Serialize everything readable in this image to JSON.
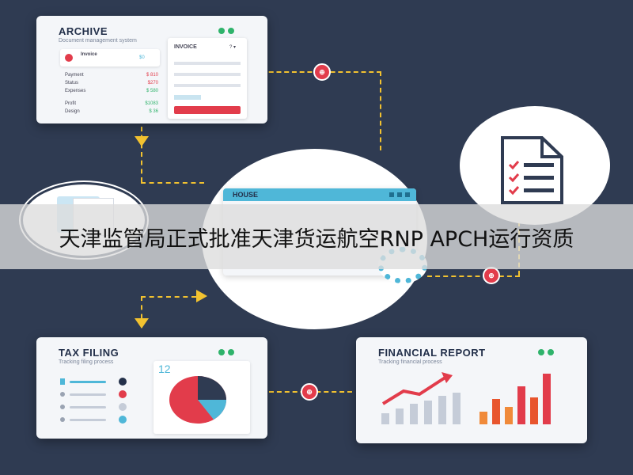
{
  "archive": {
    "title": "ARCHIVE",
    "subtitle": "Document management system",
    "form_title": "INVOICE",
    "form_title_suffix": "? ▾",
    "header_item": "Invoice",
    "header_value": "$0",
    "rows": [
      {
        "label": "Payment",
        "value": "$ 810"
      },
      {
        "label": "Status",
        "value": "$270"
      },
      {
        "label": "Expenses",
        "value": "$ 580"
      },
      {
        "label": "Profit",
        "value": "$1083"
      },
      {
        "label": "Design",
        "value": "$ 36"
      }
    ]
  },
  "house": {
    "title": "HOUSE"
  },
  "tax": {
    "title": "TAX FILING",
    "subtitle": "Tracking filing process",
    "number": "12"
  },
  "report": {
    "title": "FINANCIAL REPORT",
    "subtitle": "Tracking financial process"
  },
  "badge_symbol": "⊕",
  "caption": "天津监管局正式批准天津货运航空RNP APCH运行资质",
  "colors": {
    "accent": "#e23c4b",
    "connector": "#f2c230",
    "blue": "#4fb7d8",
    "background": "#2f3b52"
  }
}
